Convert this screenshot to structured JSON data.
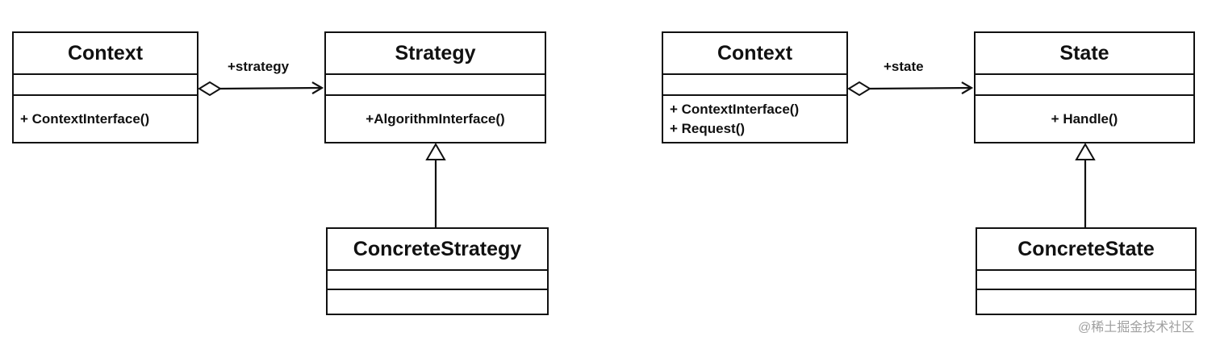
{
  "strategy_pattern": {
    "context": {
      "name": "Context",
      "methods": [
        "+ ContextInterface()"
      ]
    },
    "association_label": "+strategy",
    "strategy": {
      "name": "Strategy",
      "methods": [
        "+AlgorithmInterface()"
      ]
    },
    "concrete": {
      "name": "ConcreteStrategy"
    }
  },
  "state_pattern": {
    "context": {
      "name": "Context",
      "methods": [
        "+ ContextInterface()",
        "+ Request()"
      ]
    },
    "association_label": "+state",
    "state": {
      "name": "State",
      "methods": [
        "+ Handle()"
      ]
    },
    "concrete": {
      "name": "ConcreteState"
    }
  },
  "watermark": "@稀土掘金技术社区",
  "colors": {
    "line": "#111111",
    "background": "#ffffff",
    "watermark": "#a0a0a0"
  }
}
